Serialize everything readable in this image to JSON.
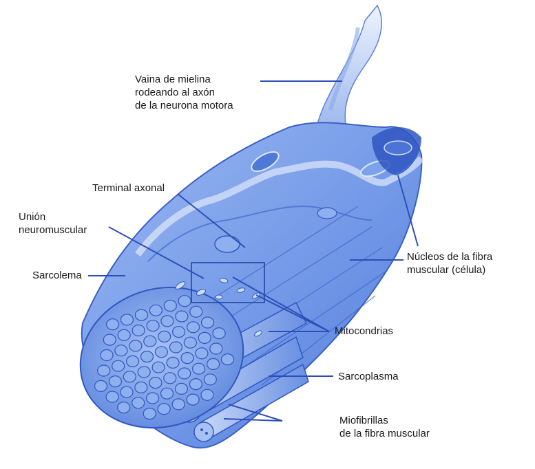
{
  "labels": {
    "vaina": [
      "Vaina de mielina",
      "rodeando al axón",
      "de la neurona motora"
    ],
    "terminal": "Terminal axonal",
    "union": [
      "Unión",
      "neuromuscular"
    ],
    "sarcolema": "Sarcolema",
    "nucleos": [
      "Núcleos de la fibra",
      "muscular (célula)"
    ],
    "mitocondrias": "Mitocondrias",
    "sarcoplasma": "Sarcoplasma",
    "miofibrillas": [
      "Miofibrillas",
      "de la fibra muscular"
    ]
  },
  "colors": {
    "fiber_fill": "#6f96e6",
    "fiber_dark": "#2f56c2",
    "fiber_light": "#b8cdf6",
    "leader": "#2b4fb8",
    "text": "#1a1a1a"
  }
}
